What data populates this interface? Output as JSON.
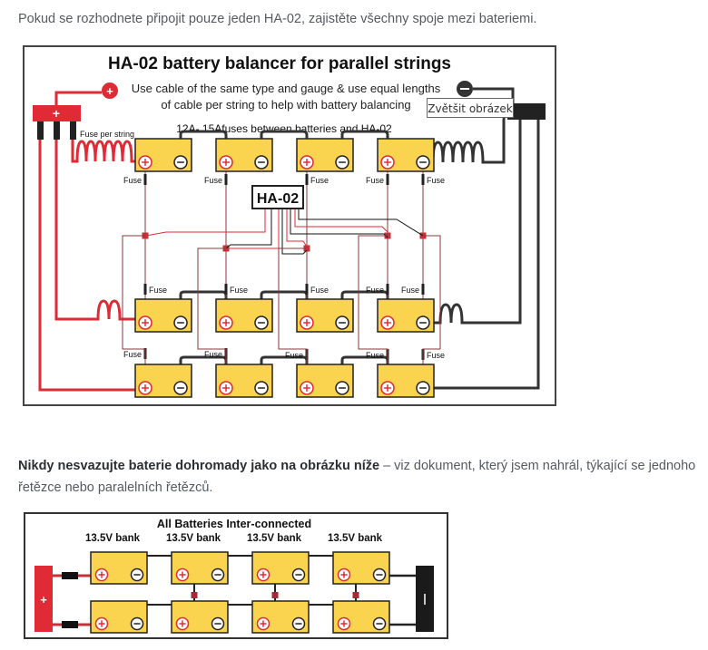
{
  "article": {
    "paragraph_1": "Pokud se rozhodnete připojit pouze jeden HA-02, zajistěte všechny spoje mezi bateriemi.",
    "paragraph_2_bold": "Nikdy nesvazujte baterie dohromady jako na obrázku níže",
    "paragraph_2_rest": " – viz dokument, který jsem nahrál, týkající se jednoho řetězce nebo paralelních řetězců."
  },
  "figure_1": {
    "title": "HA-02 battery balancer for parallel strings",
    "subtitle_line1": "Use cable of the same type and gauge & use equal lengths",
    "subtitle_line2": "of cable per string to help with battery balancing",
    "fuse_note": "12A- 15Afuses between batteries and HA-02",
    "fuse_per_string": "Fuse per string",
    "fuse_label": "Fuse",
    "balancer_label": "HA-02",
    "plus_symbol": "+",
    "minus_symbol": "−",
    "enlarge_tooltip": "Zvětšit obrázek",
    "colors": {
      "battery": "#fbd44f",
      "positive": "#e02a35",
      "negative": "#333333",
      "balance_wire": "#8b3a3a"
    }
  },
  "figure_2": {
    "title": "All Batteries Inter-connected",
    "bank_labels": [
      "13.5V bank",
      "13.5V bank",
      "13.5V bank",
      "13.5V bank"
    ],
    "plus_symbol": "+",
    "minus_symbol": "−"
  }
}
